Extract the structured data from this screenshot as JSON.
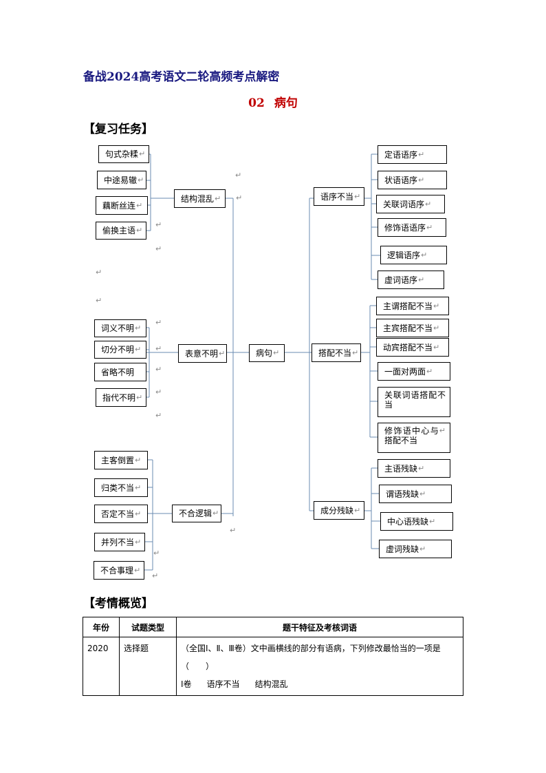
{
  "doc": {
    "title": "备战2024高考语文二轮高频考点解密",
    "subtitle_num": "02",
    "subtitle_text": "病句",
    "section1": "【复习任务】",
    "section2": "【考情概览】"
  },
  "mindmap": {
    "root": "病句",
    "left_branches": [
      {
        "label": "结构混乱",
        "items": [
          "句式杂糅",
          "中途易辙",
          "藕断丝连",
          "偷换主语"
        ]
      },
      {
        "label": "表意不明",
        "items": [
          "词义不明",
          "切分不明",
          "省略不明",
          "指代不明"
        ]
      },
      {
        "label": "不合逻辑",
        "items": [
          "主客倒置",
          "归类不当",
          "否定不当",
          "并列不当",
          "不合事理"
        ]
      }
    ],
    "right_branches": [
      {
        "label": "语序不当",
        "items": [
          "定语语序",
          "状语语序",
          "关联词语序",
          "修饰语语序",
          "逻辑语序",
          "虚词语序"
        ]
      },
      {
        "label": "搭配不当",
        "items": [
          "主谓搭配不当",
          "主宾搭配不当",
          "动宾搭配不当",
          "一面对两面",
          "关联词语搭配不当",
          "修饰语中心与搭配不当"
        ]
      },
      {
        "label": "成分残缺",
        "items": [
          "主语残缺",
          "谓语残缺",
          "中心语残缺",
          "虚词残缺"
        ]
      }
    ],
    "paragraph_mark": "↵"
  },
  "table": {
    "headers": [
      "年份",
      "试题类型",
      "题干特征及考核词语"
    ],
    "rows": [
      {
        "year": "2020",
        "type": "选择题",
        "desc": "（全国Ⅰ、Ⅱ、Ⅲ卷）文中画横线的部分有语病，下列修改最恰当的一项是（　　）",
        "line2_a": "Ⅰ卷",
        "line2_b": "语序不当",
        "line2_c": "结构混乱"
      }
    ]
  }
}
